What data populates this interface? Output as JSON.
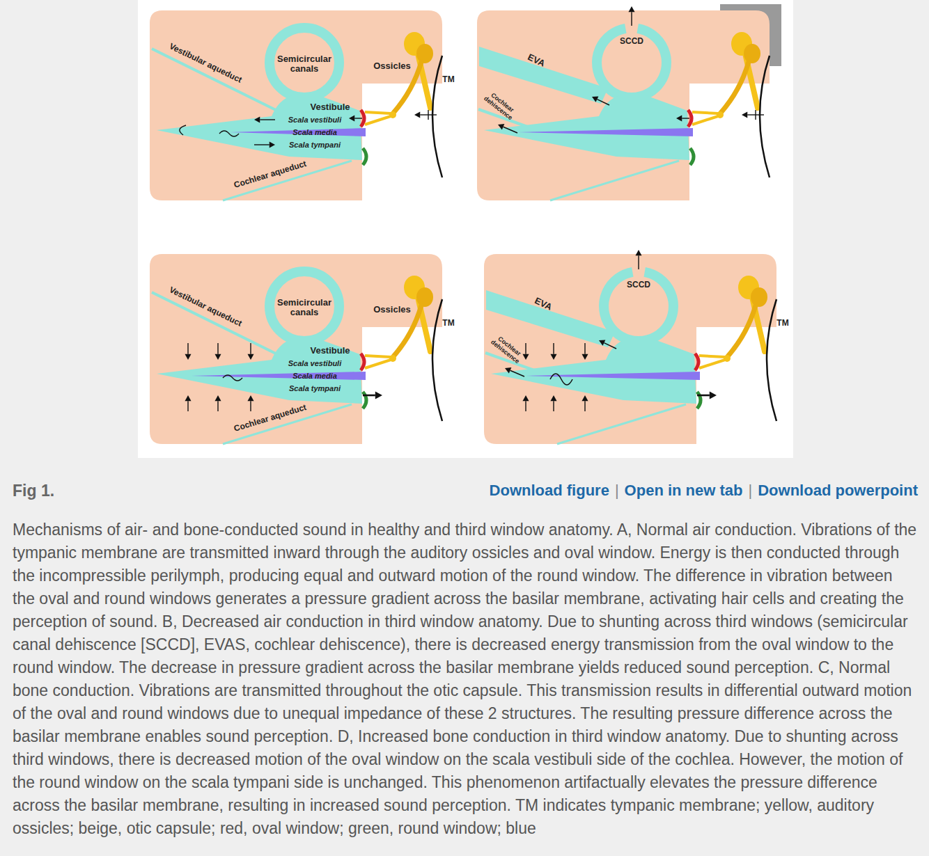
{
  "diagram": {
    "caption": "Mechanisms of air- and bone-conducted sound in healthy and third window anatomy. A, Normal air conduction. Vibrations of the tympanic membrane are transmitted inward through the auditory ossicles and oval window. Energy is then conducted through the incompressible perilymph, producing equal and outward motion of the round window. The difference in vibration between the oval and round windows generates a pressure gradient across the basilar membrane, activating hair cells and creating the perception of sound. B, Decreased air conduction in third window anatomy. Due to shunting across third windows (semicircular canal dehiscence [SCCD], EVAS, cochlear dehiscence), there is decreased energy transmission from the oval window to the round window. The decrease in pressure gradient across the basilar membrane yields reduced sound perception. C, Normal bone conduction. Vibrations are transmitted throughout the otic capsule. This transmission results in differential outward motion of the oval and round windows due to unequal impedance of these 2 structures. The resulting pressure difference across the basilar membrane enables sound perception. D, Increased bone conduction in third window anatomy. Due to shunting across third windows, there is decreased motion of the oval window on the scala vestibuli side of the cochlea. However, the motion of the round window on the scala tympani side is unchanged. This phenomenon artifactually elevates the pressure difference across the basilar membrane, resulting in increased sound perception. TM indicates tympanic membrane; yellow, auditory ossicles; beige, otic capsule; red, oval window; green, round window; blue",
    "labels": [
      "Vestibular aqueduct",
      "Semicircular canals",
      "Ossicles",
      "TM",
      "Vestibule",
      "Scala vestibuli",
      "Scala media",
      "Scala tympani",
      "Cochlear aqueduct",
      "SCCD",
      "EVA",
      "Cochlear dehiscence",
      "Vestibular aqueduct",
      "Semicircular canals",
      "Ossicles",
      "TM",
      "Vestibule",
      "Scala vestibuli",
      "Scala media",
      "Scala tympani",
      "Cochlear aqueduct",
      "SCCD",
      "EVA",
      "Cochlear dehiscence",
      "TM",
      "Fig 1.",
      "Download figure",
      "|",
      "Open in new tab",
      "|",
      "Download powerpoint"
    ]
  }
}
